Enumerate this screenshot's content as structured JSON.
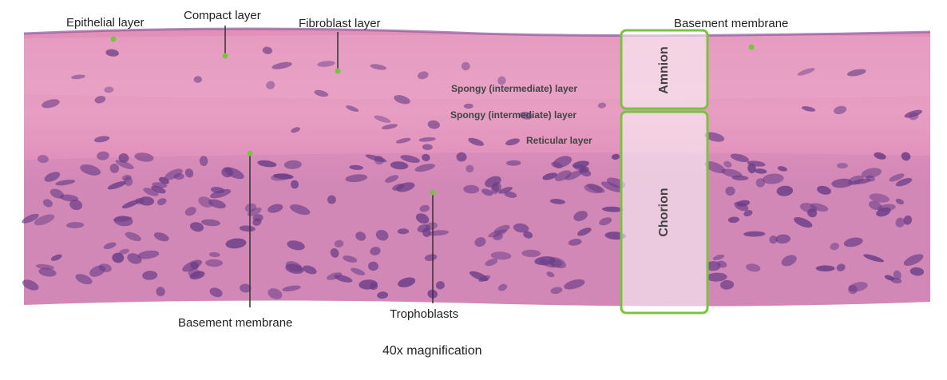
{
  "labels": {
    "epithelial": "Epithelial layer",
    "compact": "Compact layer",
    "fibroblast": "Fibroblast layer",
    "basement_top": "Basement membrane",
    "spongy_1": "Spongy (intermediate) layer",
    "spongy_2": "Spongy (intermediate) layer",
    "reticular": "Reticular layer",
    "basement_bottom": "Basement membrane",
    "trophoblasts": "Trophoblasts"
  },
  "regions": {
    "amnion": "Amnion",
    "chorion": "Chorion"
  },
  "caption": "40x magnification",
  "colors": {
    "accent_green": "#7cc242",
    "pointer": "#333333",
    "tissue_pink": "#e89cc0",
    "nuclei": "#6a3d87"
  }
}
